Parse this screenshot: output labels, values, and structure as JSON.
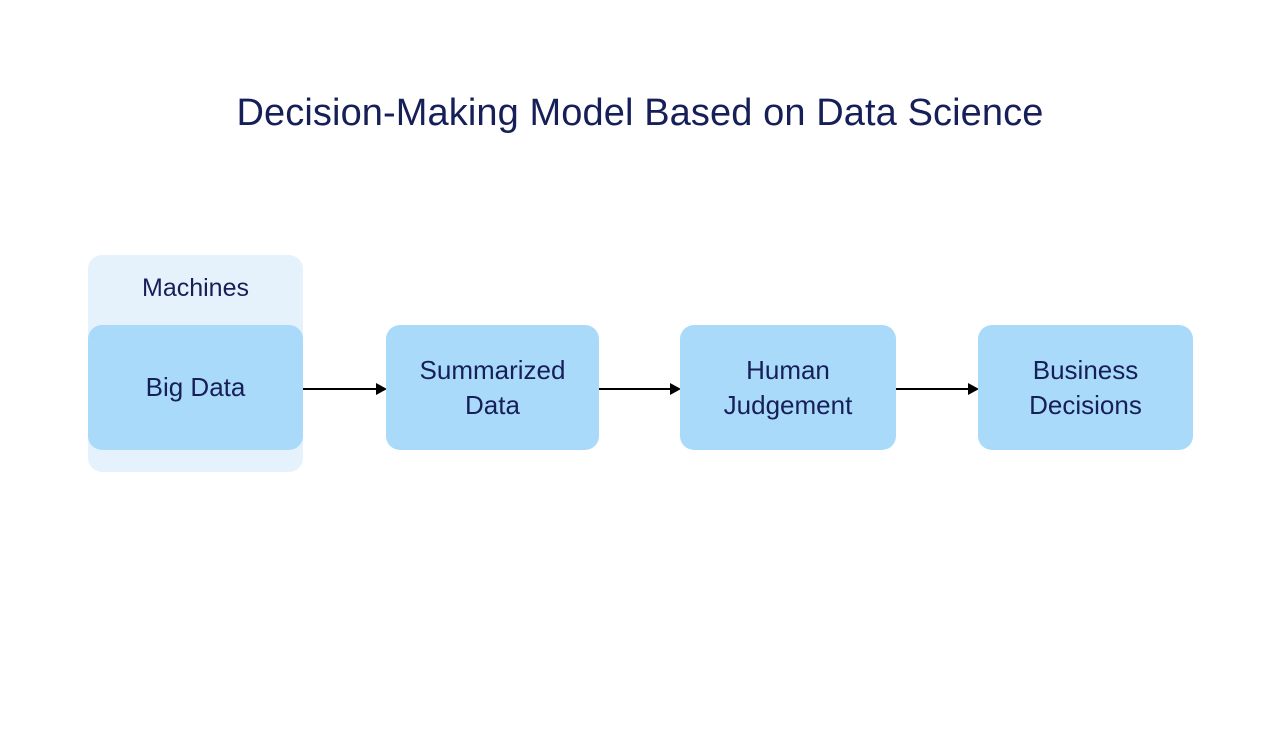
{
  "title": "Decision-Making Model Based on Data Science",
  "colors": {
    "background": "#FFFFFF",
    "text_navy": "#161F58",
    "node_fill": "#AADAFA",
    "group_fill": "#E5F2FC",
    "arrow": "#000000"
  },
  "group": {
    "label": "Machines"
  },
  "nodes": [
    {
      "id": "big-data",
      "label": "Big Data"
    },
    {
      "id": "summarized-data",
      "label": "Summarized\nData"
    },
    {
      "id": "human-judgement",
      "label": "Human\nJudgement"
    },
    {
      "id": "business-decisions",
      "label": "Business\nDecisions"
    }
  ],
  "arrows": [
    {
      "id": "arrow-1",
      "from": "big-data",
      "to": "summarized-data",
      "direction": "right"
    },
    {
      "id": "arrow-2",
      "from": "summarized-data",
      "to": "human-judgement",
      "direction": "right"
    },
    {
      "id": "arrow-3",
      "from": "human-judgement",
      "to": "business-decisions",
      "direction": "right"
    }
  ]
}
